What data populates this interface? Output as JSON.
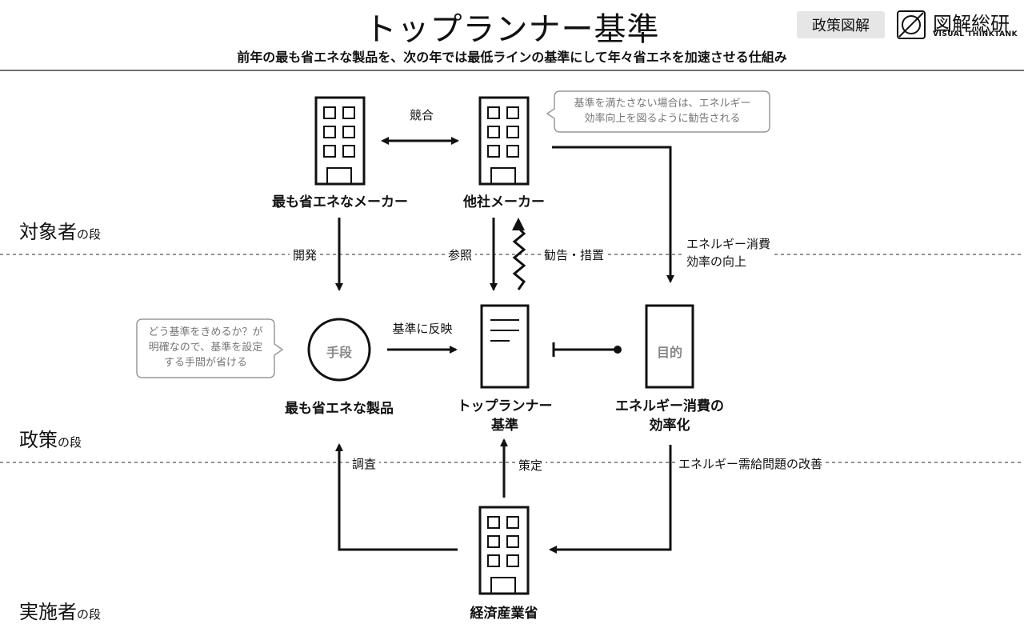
{
  "header": {
    "title": "トップランナー基準",
    "subtitle": "前年の最も省エネな製品を、次の年では最低ラインの基準にして年々省エネを加速させる仕組み",
    "tag": "政策図解",
    "logo_text": "図解総研",
    "logo_sub": "VISUAL THINKTANK"
  },
  "tiers": {
    "target": {
      "main": "対象者",
      "suffix": "の段"
    },
    "policy": {
      "main": "政策",
      "suffix": "の段"
    },
    "implementer": {
      "main": "実施者",
      "suffix": "の段"
    }
  },
  "nodes": {
    "efficient_maker": "最も省エネなメーカー",
    "other_maker": "他社メーカー",
    "product": "最も省エネな製品",
    "product_circle": "手段",
    "standard_line1": "トップランナー",
    "standard_line2": "基準",
    "efficiency_line1": "エネルギー消費の",
    "efficiency_line2": "効率化",
    "efficiency_box": "目的",
    "meti": "経済産業省"
  },
  "edges": {
    "compete": "競合",
    "develop": "開発",
    "reference": "参照",
    "recommend": "勧告・措置",
    "improve_line1": "エネルギー消費",
    "improve_line2": "効率の向上",
    "reflect": "基準に反映",
    "survey": "調査",
    "formulate": "策定",
    "supply_demand": "エネルギー需給問題の改善"
  },
  "notes": {
    "recommend_note_1": "基準を満たさない場合は、エネルギー",
    "recommend_note_2": "効率向上を図るように勧告される",
    "method_note_1": "どう基準をきめるか？が",
    "method_note_2": "明確なので、基準を設定",
    "method_note_3": "する手間が省ける"
  }
}
